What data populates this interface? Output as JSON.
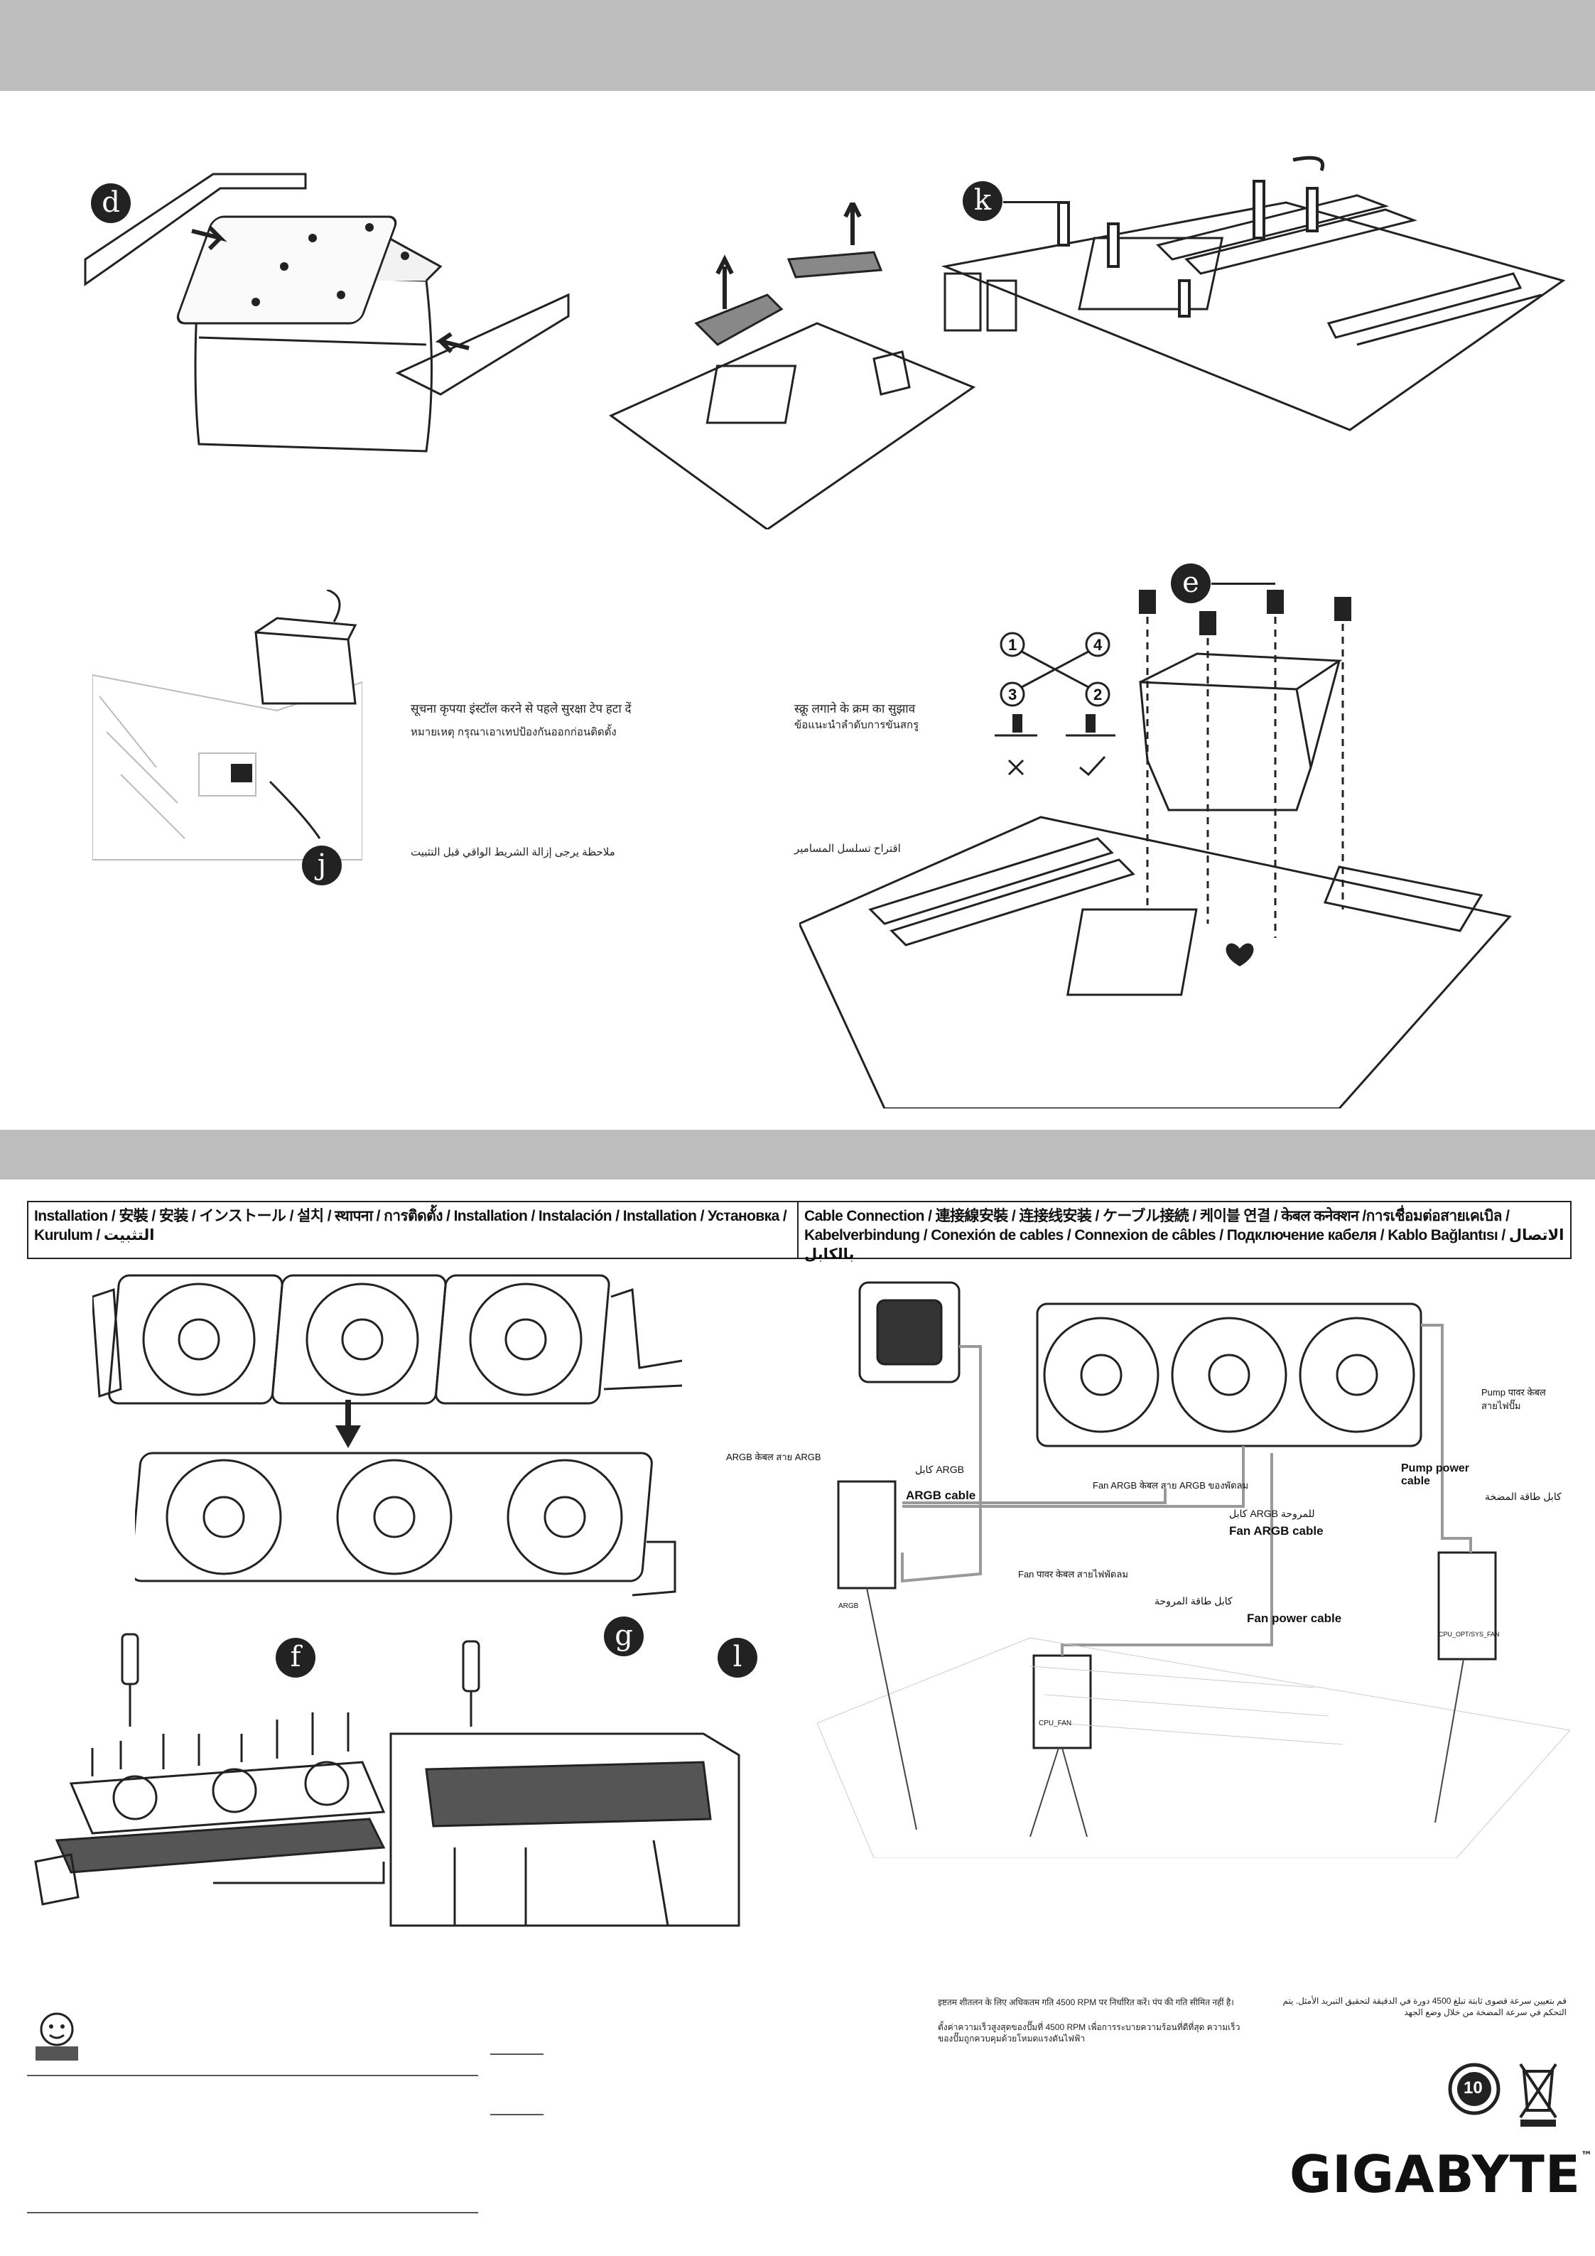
{
  "steps": {
    "d": "d",
    "k": "k",
    "j": "j",
    "e": "e",
    "f": "f",
    "g": "g",
    "l": "l"
  },
  "notes": {
    "hindi_tape": "सूचना कृपया इंस्टॉल करने से पहले सुरक्षा टेप हटा दें",
    "thai_tape": "หมายเหตุ กรุณาเอาเทปป้องกันออกก่อนติดตั้ง",
    "arabic_tape": "ملاحظة يرجى إزالة الشريط الواقي قبل التثبيت",
    "hindi_screw": "स्क्रू लगाने के क्रम का सुझाव",
    "thai_screw": "ข้อแนะนำลำดับการขันสกรู",
    "arabic_screw": "اقتراح تسلسل المسامير",
    "screw_order": [
      "1",
      "4",
      "3",
      "2"
    ]
  },
  "headers": {
    "installation": "Installation / 安裝 / 安装 / インストール / 설치 / स्थापना / การติดตั้ง / Installation / Instalación / Installation / Установка / Kurulum / التثبيت",
    "cable": "Cable Connection / 連接線安裝 / 连接线安装 / ケーブル接続 / 케이블 연결 / केबल कनेक्शन /การเชื่อมต่อสายเคเบิล / Kabelverbindung / Conexión de cables / Connexion de câbles / Подключение кабеля / Kablo Bağlantısı / الاتصال بالكابل"
  },
  "cables": {
    "argb_hindi_thai": "ARGB केबल สาย ARGB",
    "argb_arabic": "كابل ARGB",
    "argb": "ARGB cable",
    "fan_argb_local": "Fan ARGB केबल สาย ARGB ของพัดลม",
    "fan_argb_arabic": "كابل ARGB للمروحة",
    "fan_argb": "Fan ARGB cable",
    "fan_power_local": "Fan पावर केबल สายไฟพัดลม",
    "fan_power_arabic": "كابل طاقة المروحة",
    "fan_power": "Fan power cable",
    "pump_local": "Pump पावर केबल สายไฟปั๊ม",
    "pump_arabic": "كابل طاقة المضخة",
    "pump_power": "Pump power cable",
    "header_argb": "ARGB",
    "header_fan": "CPU_FAN",
    "header_pump": "CPU_OPT/SYS_FAN"
  },
  "footer_notes": {
    "hindi": "इष्टतम शीतलन के लिए अधिकतम गति 4500 RPM पर निर्धारित करें। पंप की गति सीमित नहीं है।",
    "thai": "ตั้งค่าความเร็วสูงสุดของปั๊มที่ 4500 RPM เพื่อการระบายความร้อนที่ดีที่สุด ความเร็วของปั๊มถูกควบคุมด้วยโหมดแรงดันไฟฟ้า",
    "arabic": "قم بتعيين سرعة قصوى ثابتة تبلغ 4500 دورة في الدقيقة لتحقيق التبريد الأمثل. يتم التحكم في سرعة المضخة من خلال وضع الجهد"
  },
  "badges": {
    "eco": "10"
  },
  "brand": "GIGABYTE",
  "colors": {
    "band": "#bdbdbd",
    "ink": "#222222"
  }
}
